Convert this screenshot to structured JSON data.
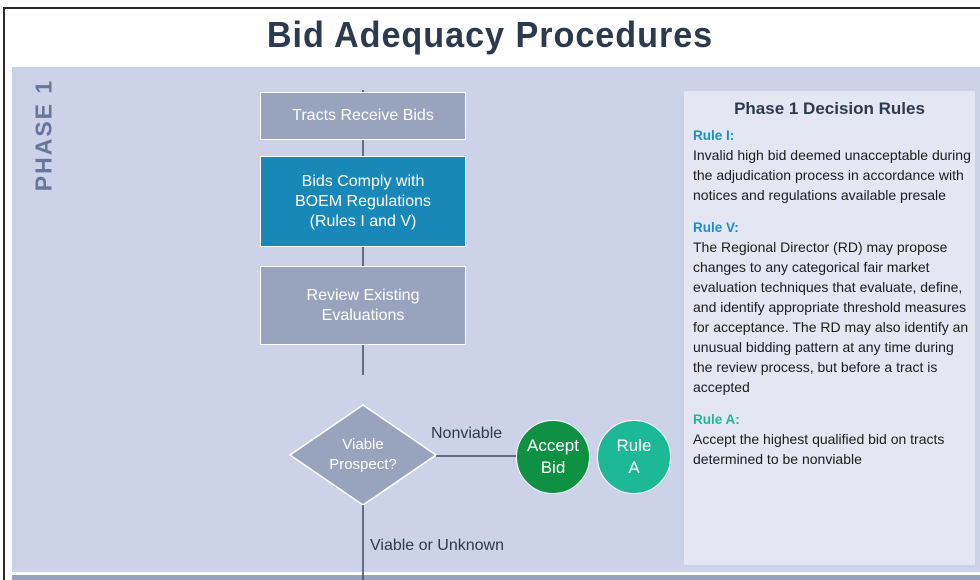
{
  "title": "Bid Adequacy Procedures",
  "phase": {
    "label": "PHASE 1"
  },
  "flow": {
    "nodes": [
      {
        "id": "tracts-receive-bids",
        "label": "Tracts Receive Bids",
        "shape": "rectangle",
        "color": "#98a3be"
      },
      {
        "id": "bids-comply",
        "label": "Bids Comply with BOEM Regulations (Rules I and V)",
        "label_lines": [
          "Bids Comply with",
          "BOEM Regulations",
          "(Rules I and V)"
        ],
        "shape": "rectangle",
        "color": "#1888b8"
      },
      {
        "id": "review-existing",
        "label": "Review Existing Evaluations",
        "label_lines": [
          "Review Existing",
          "Evaluations"
        ],
        "shape": "rectangle",
        "color": "#98a3be"
      },
      {
        "id": "viable-prospect",
        "label": "Viable Prospect?",
        "label_lines": [
          "Viable",
          "Prospect?"
        ],
        "shape": "diamond",
        "color": "#98a3be"
      },
      {
        "id": "accept-bid",
        "label": "Accept Bid",
        "label_lines": [
          "Accept",
          "Bid"
        ],
        "shape": "circle",
        "color": "#0f9143"
      },
      {
        "id": "rule-a",
        "label": "Rule A",
        "label_lines": [
          "Rule",
          "A"
        ],
        "shape": "circle",
        "color": "#1db896"
      }
    ],
    "edges": [
      {
        "from": "tracts-receive-bids",
        "to": "bids-comply",
        "label": ""
      },
      {
        "from": "bids-comply",
        "to": "review-existing",
        "label": ""
      },
      {
        "from": "review-existing",
        "to": "viable-prospect",
        "label": ""
      },
      {
        "from": "viable-prospect",
        "to": "accept-bid",
        "label": "Nonviable"
      },
      {
        "from": "viable-prospect",
        "to": "next-phase",
        "label": "Viable or Unknown"
      }
    ]
  },
  "rules_panel": {
    "title": "Phase 1 Decision Rules",
    "rules": [
      {
        "name": "Rule I:",
        "color": "#1a8fc2",
        "text": "Invalid high bid deemed unacceptable during the adjudication process in accordance with notices and regulations available presale"
      },
      {
        "name": "Rule V:",
        "color": "#1a8fc2",
        "text": "The Regional Director (RD) may propose changes to any categorical fair market evaluation techniques that evaluate, define, and identify appropriate threshold measures for acceptance. The RD may also identify an unusual bidding pattern at any time during the review process, but before a tract is accepted"
      },
      {
        "name": "Rule A:",
        "color": "#1db896",
        "text": "Accept the highest qualified bid on tracts determined to be nonviable"
      }
    ]
  }
}
